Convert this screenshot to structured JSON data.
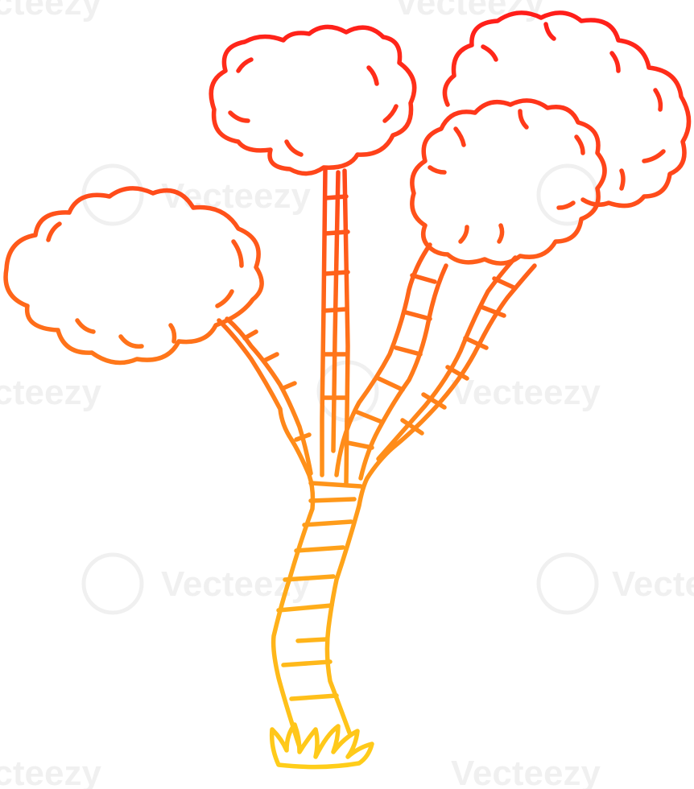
{
  "illustration": {
    "subject": "cartoon tree with cloud-like foliage",
    "stroke_style": "warm gradient line art",
    "colors": {
      "top": "#ff1a1a",
      "mid": "#ff8a1a",
      "bottom": "#ffd21a",
      "background": "#ffffff"
    }
  },
  "watermark": {
    "text": "Vecteezy",
    "icon": "vecteezy-v-logo"
  }
}
